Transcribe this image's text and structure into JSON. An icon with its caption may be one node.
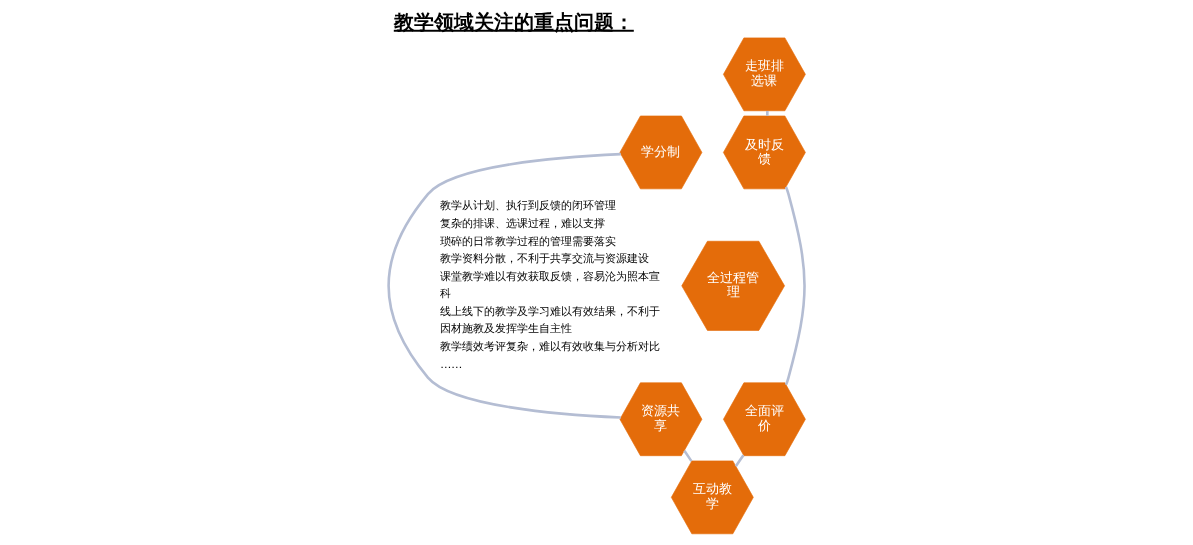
{
  "diagram": {
    "title": "教学领域关注的重点问题：",
    "nodes": [
      {
        "text": [
          "走班排选课"
        ]
      },
      {
        "text": [
          "学分制"
        ]
      },
      {
        "text": [
          "及时反馈"
        ]
      },
      {
        "text": [
          "全过程管理"
        ]
      },
      {
        "text": [
          "资源共享"
        ]
      },
      {
        "text": [
          "全面评价"
        ]
      },
      {
        "text": [
          "互动教学"
        ]
      }
    ],
    "edges": [
      {
        "from": 0,
        "to": 2,
        "arrow": "none"
      },
      {
        "from": 2,
        "to": 5,
        "arrow": "none"
      },
      {
        "from": 5,
        "to": 6,
        "arrow": "none"
      },
      {
        "from": 6,
        "to": 4,
        "arrow": "none"
      },
      {
        "from": 4,
        "to": 1,
        "arrow": "none"
      }
    ],
    "labels": [
      "教学从计划、执行到反馈的闭环管理",
      "复杂的排课、选课过程，难以支撑",
      "琐碎的日常教学过程的管理需要落实",
      "教学资料分散，不利于共享交流与资源建设",
      "课堂教学难以有效获取反馈，容易沦为照本宣科",
      "线上线下的教学及学习难以有效结果，不利于因材施教及发挥学生自主性",
      "教学绩效考评复杂，难以有效收集与分析对比……"
    ]
  }
}
